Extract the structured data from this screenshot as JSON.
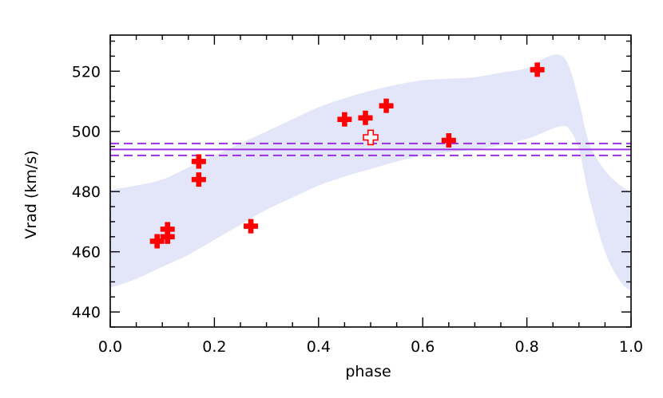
{
  "chart_data": {
    "type": "scatter",
    "title": "",
    "xlabel": "phase",
    "ylabel": "Vrad (km/s)",
    "xlim": [
      0.0,
      1.0
    ],
    "ylim": [
      435,
      532
    ],
    "xticks": [
      0.0,
      0.2,
      0.4,
      0.6,
      0.8,
      1.0
    ],
    "xtick_labels": [
      "0.0",
      "0.2",
      "0.4",
      "0.6",
      "0.8",
      "1.0"
    ],
    "yticks": [
      440,
      460,
      480,
      500,
      520
    ],
    "ytick_labels": [
      "440",
      "460",
      "480",
      "500",
      "520"
    ],
    "x_minor_step": 0.05,
    "y_minor_step": 5,
    "grid": false,
    "legend": "none",
    "band": {
      "color": "#e3e5f8",
      "upper": [
        [
          0.0,
          480.5
        ],
        [
          0.05,
          482
        ],
        [
          0.1,
          484
        ],
        [
          0.15,
          488
        ],
        [
          0.2,
          492
        ],
        [
          0.25,
          496
        ],
        [
          0.3,
          500
        ],
        [
          0.35,
          504
        ],
        [
          0.4,
          508
        ],
        [
          0.45,
          511
        ],
        [
          0.5,
          513.5
        ],
        [
          0.55,
          515.5
        ],
        [
          0.6,
          517
        ],
        [
          0.65,
          517.5
        ],
        [
          0.7,
          518
        ],
        [
          0.75,
          519.5
        ],
        [
          0.8,
          521
        ],
        [
          0.83,
          524
        ],
        [
          0.86,
          525.5
        ],
        [
          0.88,
          522
        ],
        [
          0.9,
          510
        ],
        [
          0.92,
          496
        ],
        [
          0.95,
          487
        ],
        [
          0.98,
          482
        ],
        [
          1.0,
          480
        ]
      ],
      "lower": [
        [
          0.0,
          448
        ],
        [
          0.05,
          451
        ],
        [
          0.1,
          455
        ],
        [
          0.15,
          459
        ],
        [
          0.2,
          464
        ],
        [
          0.25,
          469
        ],
        [
          0.3,
          474
        ],
        [
          0.35,
          478
        ],
        [
          0.4,
          482
        ],
        [
          0.45,
          485
        ],
        [
          0.5,
          487.5
        ],
        [
          0.55,
          490
        ],
        [
          0.6,
          492
        ],
        [
          0.65,
          493
        ],
        [
          0.7,
          494
        ],
        [
          0.75,
          495.5
        ],
        [
          0.8,
          497.5
        ],
        [
          0.83,
          499.5
        ],
        [
          0.86,
          501.5
        ],
        [
          0.88,
          501
        ],
        [
          0.9,
          494
        ],
        [
          0.92,
          478
        ],
        [
          0.95,
          460
        ],
        [
          0.98,
          450
        ],
        [
          1.0,
          447
        ]
      ]
    },
    "hlines": [
      {
        "y": 494.0,
        "style": "solid",
        "color": "#9b30e0"
      },
      {
        "y": 496.0,
        "style": "dashed",
        "color": "#9b30e0"
      },
      {
        "y": 492.0,
        "style": "dashed",
        "color": "#9b30e0"
      }
    ],
    "series": [
      {
        "marker": "filled-plus",
        "color": "#ff0000",
        "x": [
          0.09,
          0.11,
          0.11,
          0.17,
          0.17,
          0.27,
          0.45,
          0.49,
          0.53,
          0.65,
          0.82
        ],
        "y": [
          463.5,
          465,
          467.5,
          490,
          484,
          468.5,
          504,
          504.5,
          508.5,
          497,
          520.5
        ]
      },
      {
        "marker": "open-plus",
        "color": "#ff0000",
        "x": [
          0.5
        ],
        "y": [
          498
        ]
      }
    ]
  }
}
